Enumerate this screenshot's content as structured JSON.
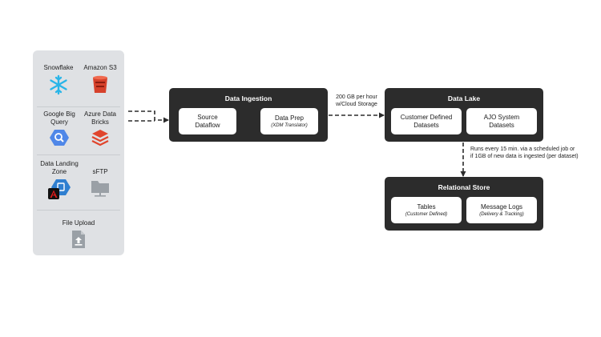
{
  "sources": {
    "items": [
      {
        "label": "Snowflake",
        "icon": "snowflake-icon"
      },
      {
        "label": "Amazon S3",
        "icon": "amazon-s3-icon"
      },
      {
        "label": "Google Big Query",
        "icon": "bigquery-icon"
      },
      {
        "label": "Azure Data Bricks",
        "icon": "databricks-icon"
      },
      {
        "label": "Data Landing Zone",
        "icon": "data-landing-zone-icon"
      },
      {
        "label": "sFTP",
        "icon": "sftp-folder-icon"
      },
      {
        "label": "File Upload",
        "icon": "file-upload-icon"
      }
    ]
  },
  "ingestion": {
    "title": "Data Ingestion",
    "source_dataflow": "Source Dataflow",
    "data_prep": "Data Prep",
    "data_prep_sub": "(XDM Translator)"
  },
  "edge_ingest_to_lake": "200 GB per hour w/Cloud Storage",
  "lake": {
    "title": "Data Lake",
    "customer_datasets": "Customer Defined Datasets",
    "ajo_datasets": "AJO System Datasets"
  },
  "edge_lake_to_store": "Runs every 15 min. via a scheduled job or if 1GB of new data is ingested (per dataset)",
  "store": {
    "title": "Relational Store",
    "tables": "Tables",
    "tables_sub": "(Customer Defined)",
    "message_logs": "Message Logs",
    "message_logs_sub": "(Delivery & Tracking)"
  },
  "colors": {
    "panel": "#2c2c2c",
    "sources_bg": "#dfe1e4",
    "snowflake": "#29b5e8",
    "s3": "#d6412b",
    "bigquery": "#4f87e8",
    "databricks": "#e0452d",
    "landing_zone": "#2f7fd0",
    "adobe": "#e01b1b",
    "grey_icon": "#9aa0a6"
  }
}
